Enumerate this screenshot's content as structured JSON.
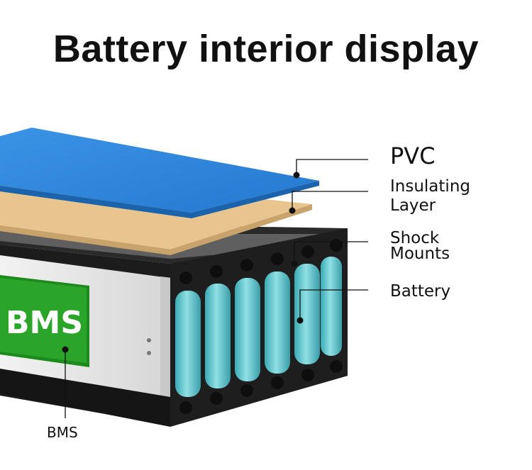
{
  "title": "Battery interior display",
  "pcb_text": "BMS",
  "labels": {
    "pvc": "PVC",
    "insulating_1": "Insulating",
    "insulating_2": "Layer",
    "shock_1": "Shock",
    "shock_2": "Mounts",
    "battery": "Battery",
    "bms": "BMS"
  },
  "colors": {
    "pvc_sheet": "#2f86dd",
    "insulating_sheet": "#e8c48e",
    "cell": "#5cc6cc",
    "holder": "#1e1e1e",
    "pcb": "#2aa52a",
    "side_plate": "#e4e4e4"
  }
}
